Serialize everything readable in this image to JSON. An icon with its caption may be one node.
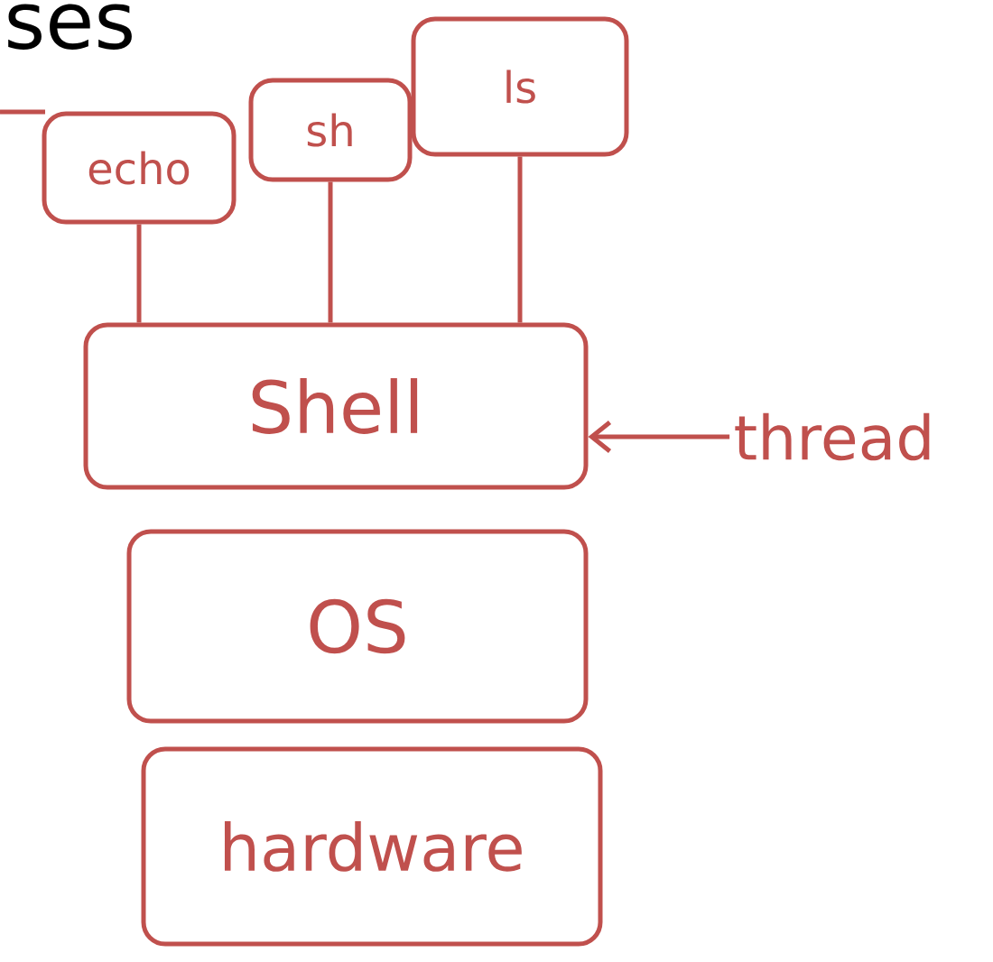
{
  "diagram": {
    "title": "ses",
    "nodes": [
      {
        "text": [
          "echo"
        ]
      },
      {
        "text": [
          "sh"
        ]
      },
      {
        "text": [
          "ls"
        ]
      },
      {
        "text": [
          "Shell"
        ]
      },
      {
        "text": [
          "OS"
        ]
      },
      {
        "text": [
          "hardware"
        ]
      },
      {
        "text": [
          "thread"
        ]
      }
    ],
    "edges": [
      {
        "from": 0,
        "to": 3,
        "arrow": "none"
      },
      {
        "from": 1,
        "to": 3,
        "arrow": "none"
      },
      {
        "from": 2,
        "to": 3,
        "arrow": "none"
      },
      {
        "from": 6,
        "to": 3,
        "arrow": "to"
      }
    ]
  }
}
